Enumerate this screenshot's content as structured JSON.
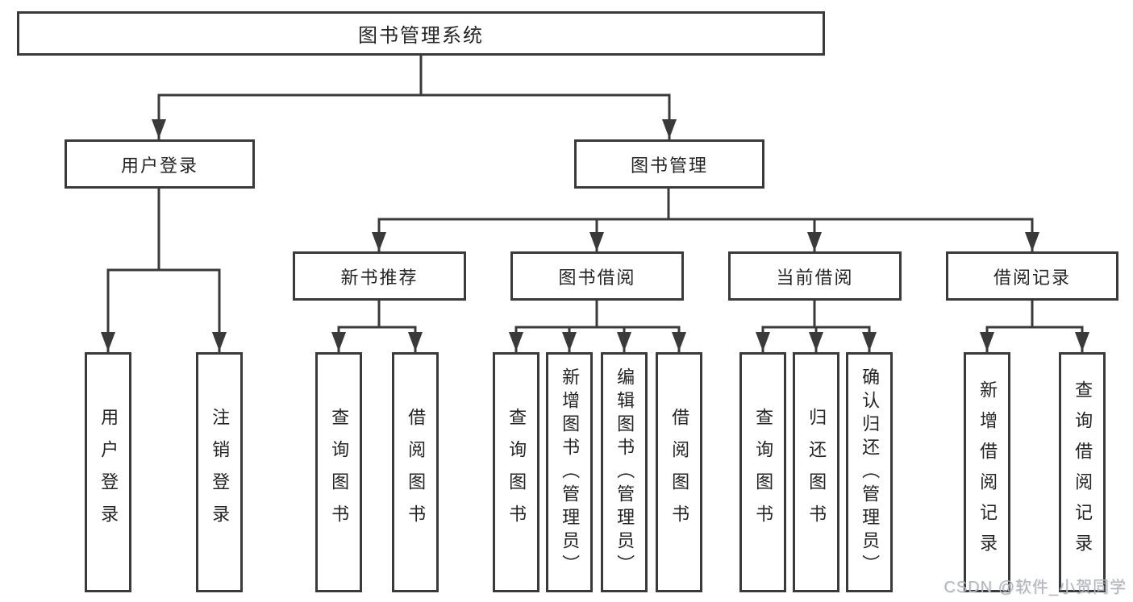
{
  "colors": {
    "line": "#3a3a3a",
    "text": "#242424",
    "watermark": "#b5b5b5",
    "background": "#ffffff"
  },
  "watermark": "CSDN @软件_小贺同学",
  "tree": {
    "root": {
      "label": "图书管理系统"
    },
    "branches": [
      {
        "label": "用户登录",
        "children": [
          {
            "label": "用户登录"
          },
          {
            "label": "注销登录"
          }
        ]
      },
      {
        "label": "图书管理",
        "children": [
          {
            "label": "新书推荐",
            "children": [
              {
                "label": "查询图书"
              },
              {
                "label": "借阅图书"
              }
            ]
          },
          {
            "label": "图书借阅",
            "children": [
              {
                "label": "查询图书"
              },
              {
                "label": "新增图书（管理员）"
              },
              {
                "label": "编辑图书（管理员）"
              },
              {
                "label": "借阅图书"
              }
            ]
          },
          {
            "label": "当前借阅",
            "children": [
              {
                "label": "查询图书"
              },
              {
                "label": "归还图书"
              },
              {
                "label": "确认归还（管理员）"
              }
            ]
          },
          {
            "label": "借阅记录",
            "children": [
              {
                "label": "新增借阅记录"
              },
              {
                "label": "查询借阅记录"
              }
            ]
          }
        ]
      }
    ]
  }
}
